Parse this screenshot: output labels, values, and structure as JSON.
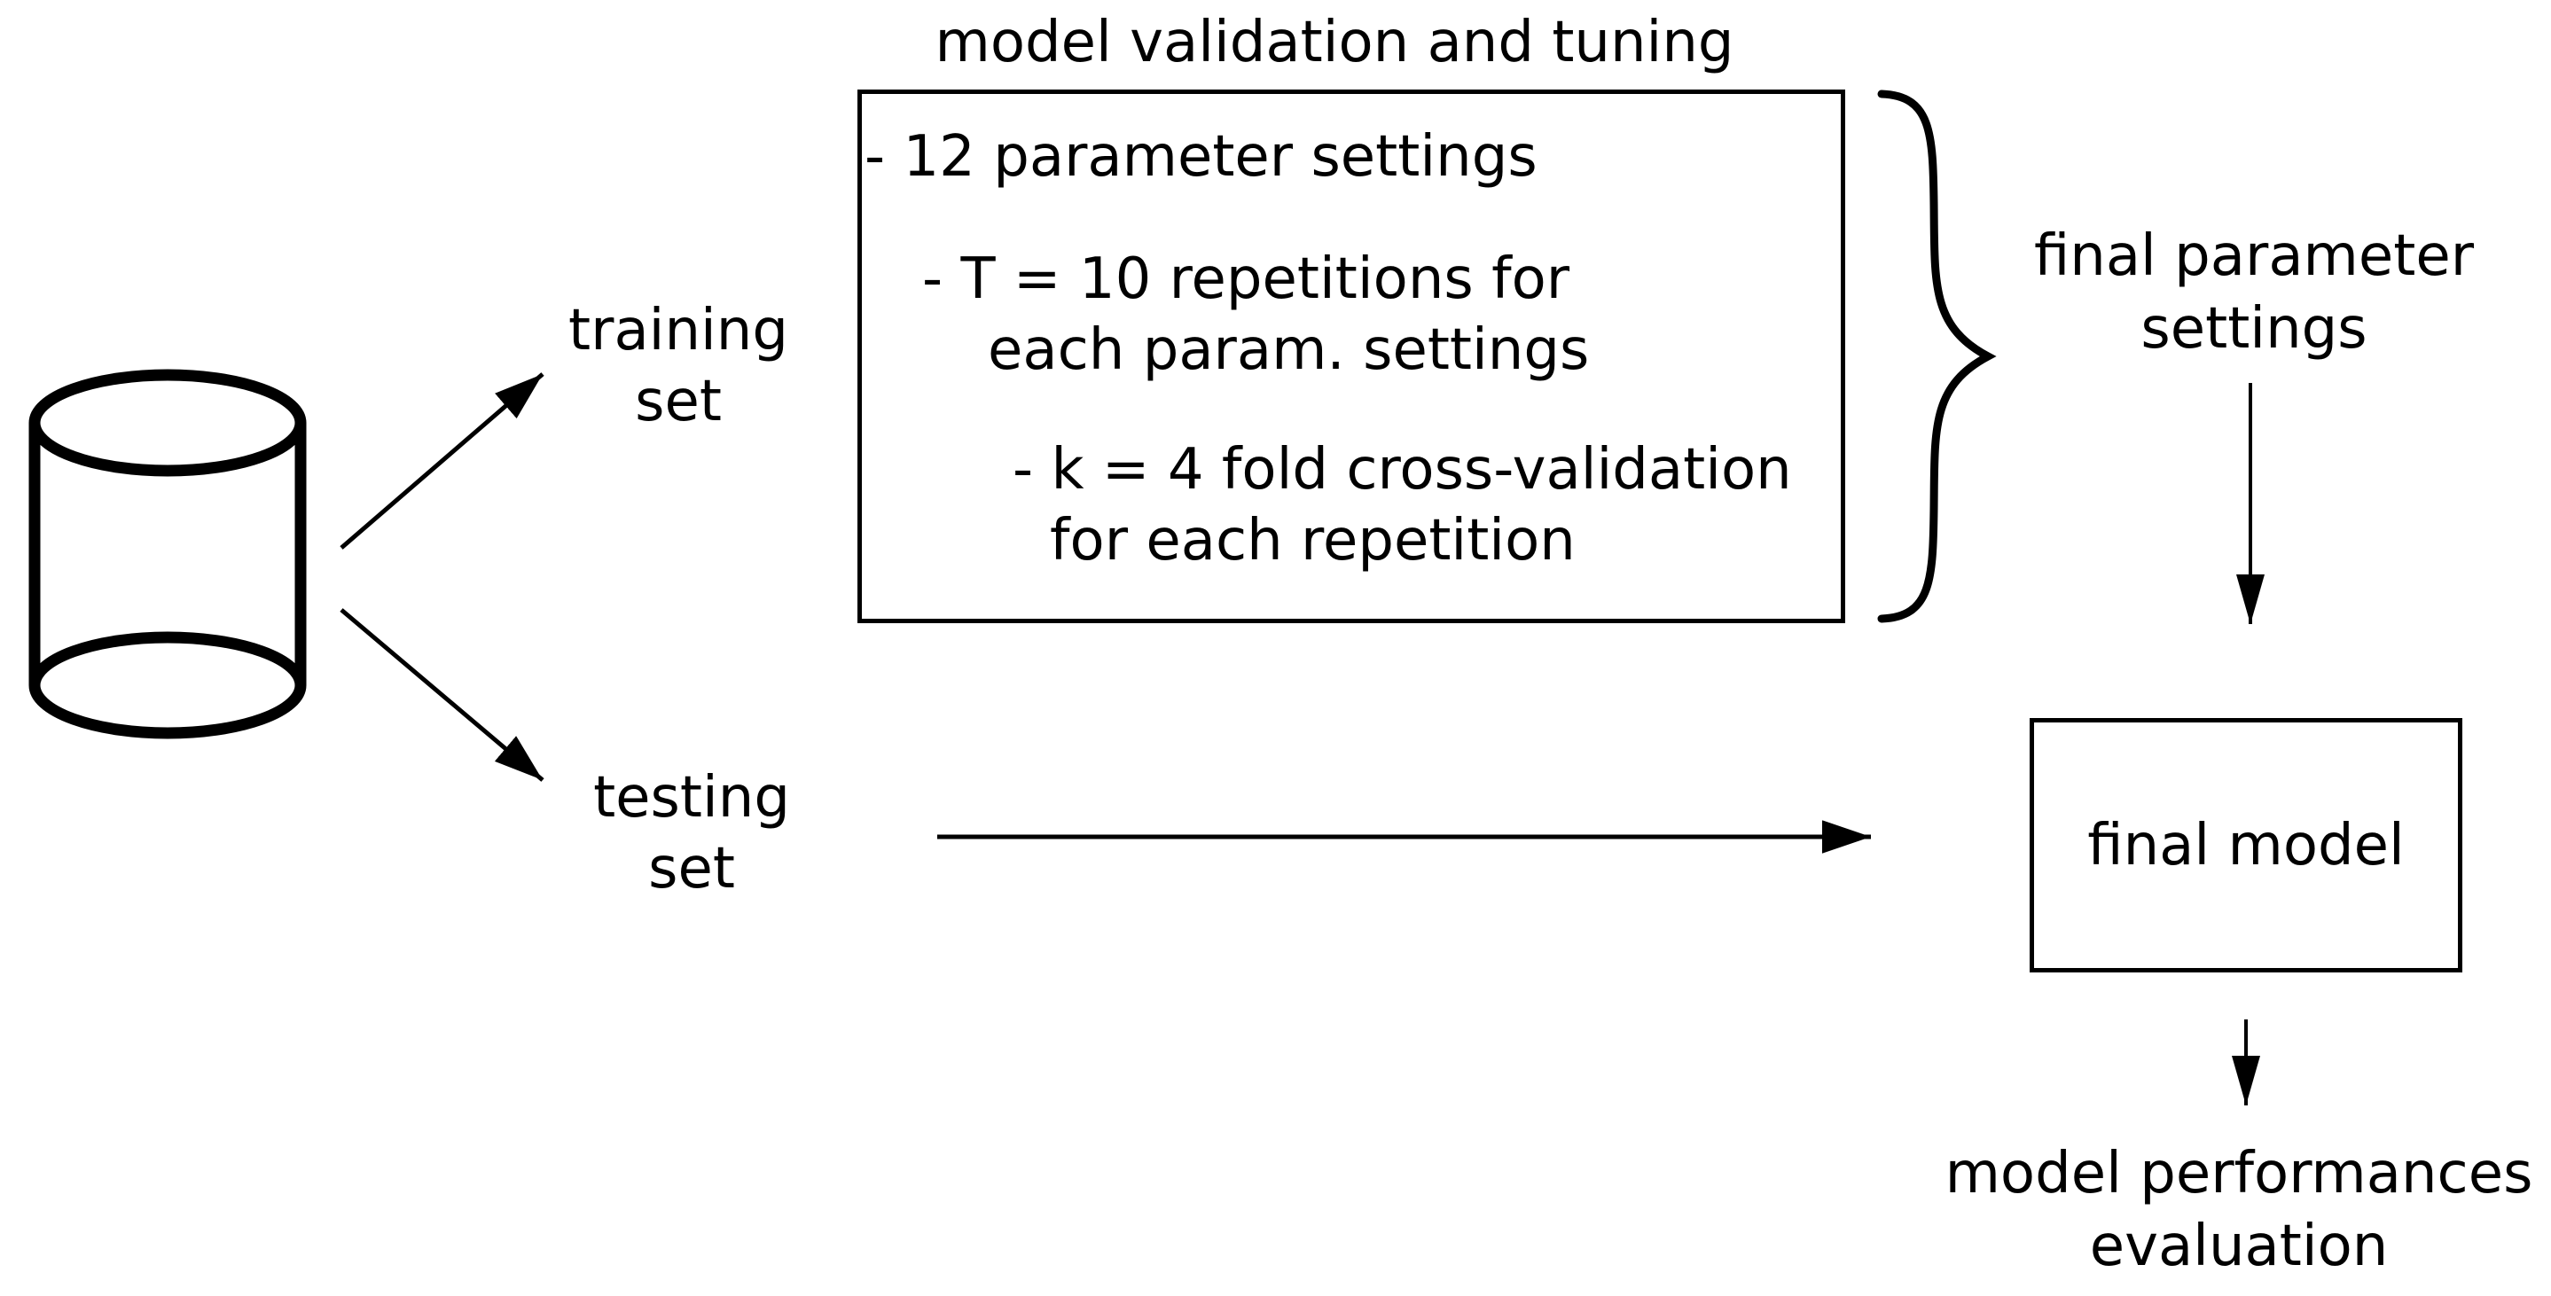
{
  "canvas": {
    "background": "#ffffff",
    "ink": "#000000"
  },
  "icons": {
    "dataset": "database-cylinder-icon",
    "grouping": "curly-brace",
    "connectors": [
      "training-split-arrow",
      "testing-split-arrow",
      "testing-to-final-model-arrow",
      "parameter-to-final-model-arrow",
      "final-model-to-evaluation-arrow"
    ]
  },
  "dataset_labels": {
    "training": {
      "line1": "training",
      "line2": "set"
    },
    "testing": {
      "line1": "testing",
      "line2": "set"
    }
  },
  "validation_box": {
    "title": "model validation and tuning",
    "lines": [
      "- 12 parameter settings",
      "- T = 10 repetitions for",
      "each param. settings",
      "- k = 4 fold cross-validation",
      "for each repetition"
    ]
  },
  "final_parameter": {
    "line1": "final parameter",
    "line2": "settings"
  },
  "final_model": {
    "label": "final model"
  },
  "evaluation": {
    "line1": "model performances",
    "line2": "evaluation"
  }
}
